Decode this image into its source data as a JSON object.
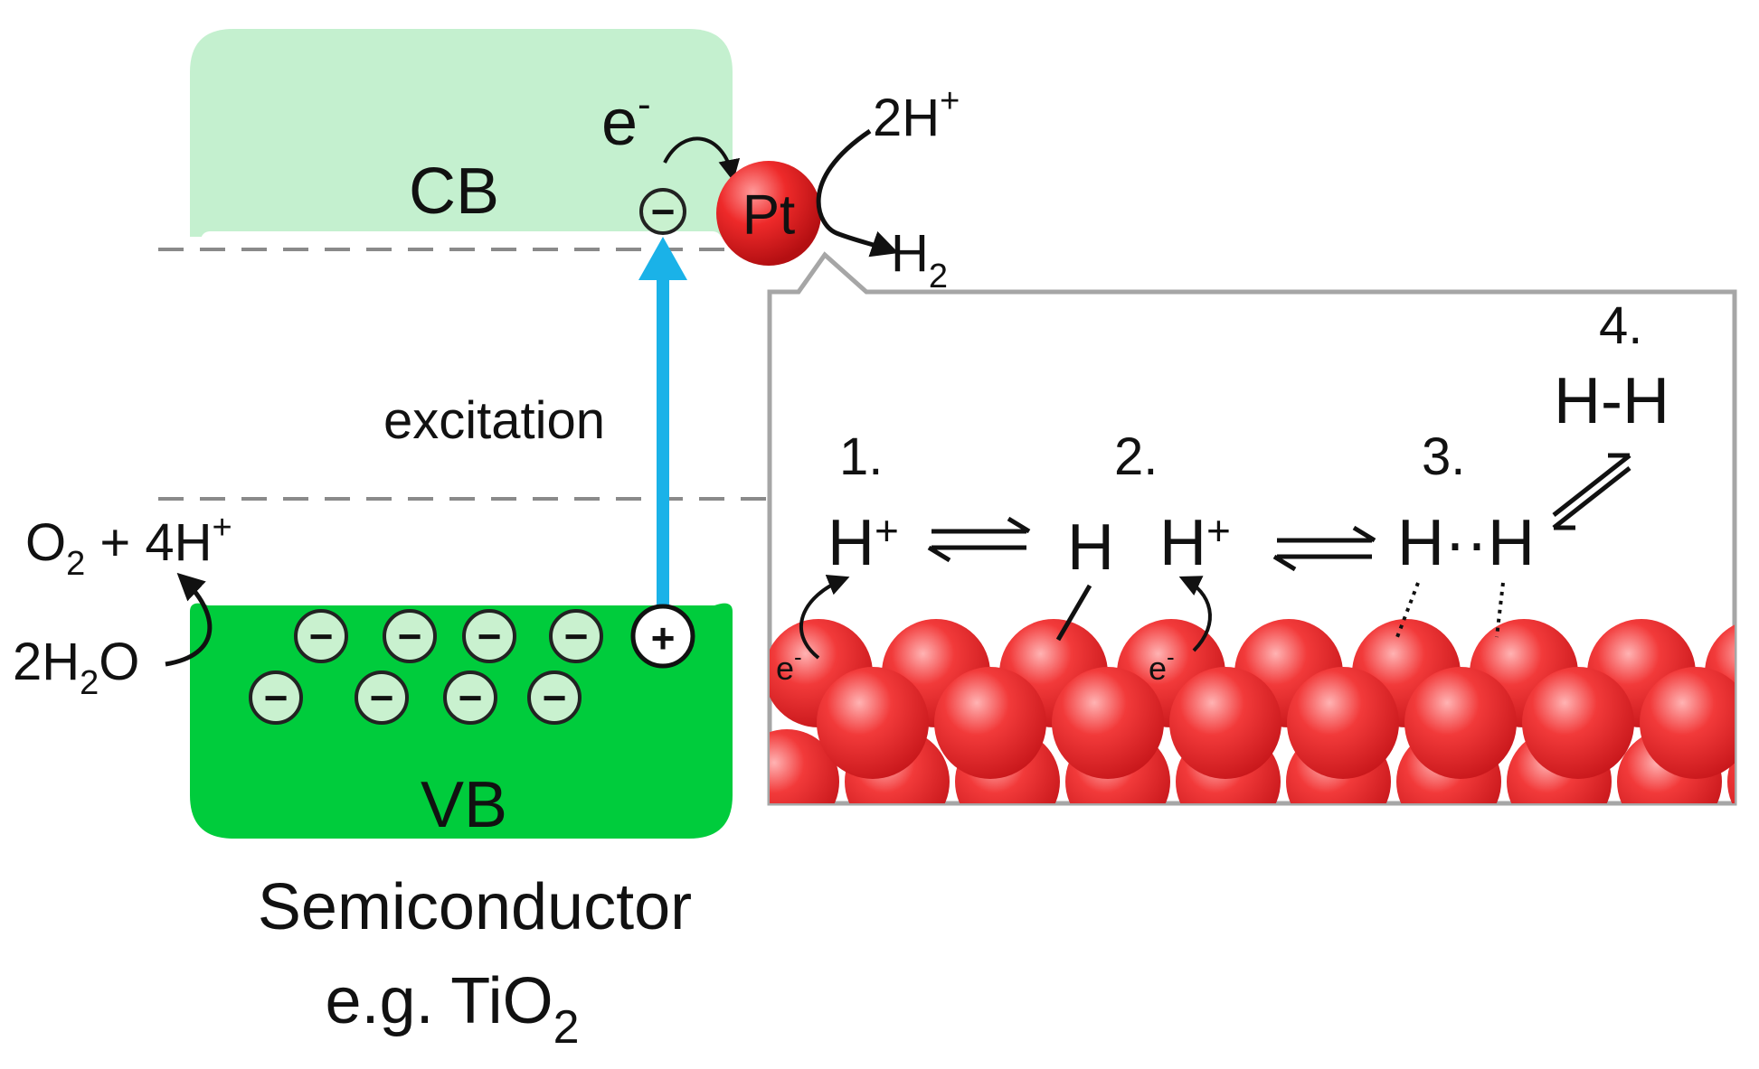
{
  "labels": {
    "cb": "CB",
    "vb": "VB",
    "excitation": "excitation",
    "semiconductor": "Semiconductor",
    "example_prefix": "e.g. TiO",
    "example_sub": "2",
    "pt": "Pt",
    "electron": "e",
    "electron_sup": "-",
    "two_h_plus": "2H",
    "plus_sup": "+",
    "h2": "H",
    "h2_sub": "2",
    "o2": "O",
    "o2_sub": "2",
    "o2_rest": " + 4H",
    "o2_sup": "+",
    "water_pre": "2H",
    "water_sub": "2",
    "water_post": "O",
    "minus": "−",
    "plus": "+"
  },
  "steps": {
    "step1_number": "1.",
    "step1_species": "H",
    "step1_sup": "+",
    "step2_number": "2.",
    "step2_h": "H",
    "step2_hplus": "H",
    "step2_sup": "+",
    "step3_number": "3.",
    "step3_species": "H··H",
    "step4_number": "4.",
    "step4_species": "H-H",
    "surface_electron": "e",
    "surface_electron_sup": "-"
  },
  "colors": {
    "cb_fill": "#c4f0cf",
    "vb_fill": "#00cc3c",
    "excitation_arrow": "#1ab2e8",
    "pt_red": "#e8191c",
    "hole_fill": "#ffffff",
    "electron_fill": "#c9f1cf",
    "inset_border": "#a6a6a6",
    "dash": "#8a8a8a"
  }
}
